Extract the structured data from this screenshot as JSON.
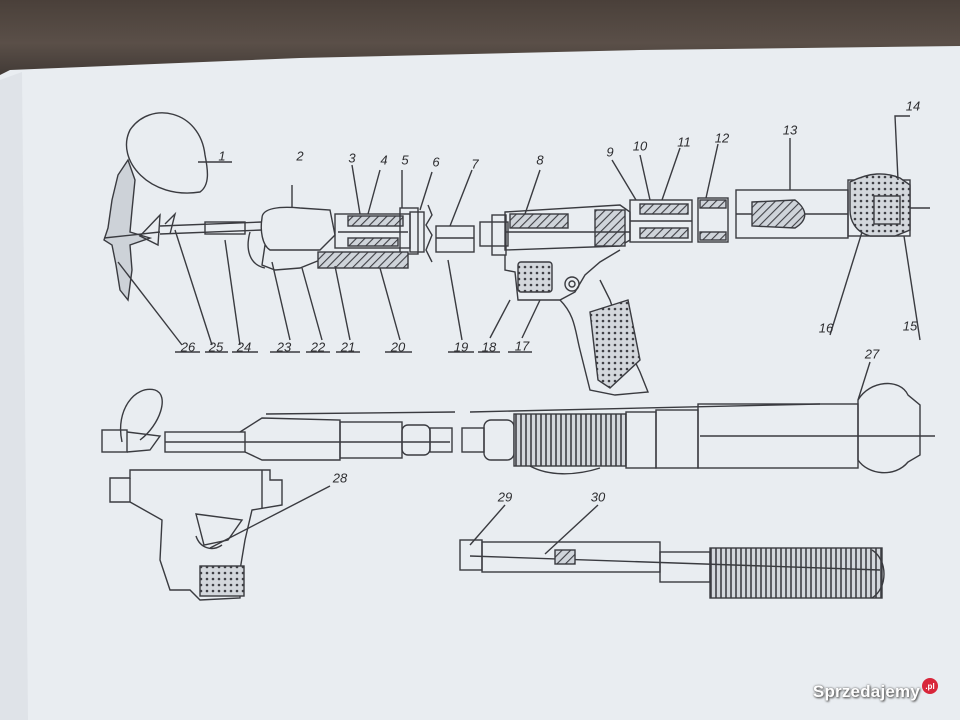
{
  "callouts": [
    "1",
    "2",
    "3",
    "4",
    "5",
    "6",
    "7",
    "8",
    "9",
    "10",
    "11",
    "12",
    "13",
    "14",
    "15",
    "16",
    "17",
    "18",
    "19",
    "20",
    "21",
    "22",
    "23",
    "24",
    "25",
    "26",
    "27",
    "28",
    "29",
    "30"
  ],
  "watermark": {
    "text": "Sprzedajemy",
    "badge": ".pl"
  },
  "colors": {
    "paper": "#e9edf1",
    "ink": "#3a3b40",
    "accent": "#d8263a"
  }
}
